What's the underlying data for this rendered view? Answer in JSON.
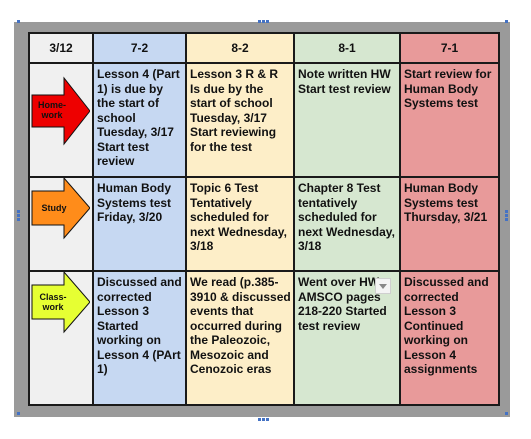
{
  "header": {
    "corner": "3/12",
    "classes": [
      "7-2",
      "8-2",
      "8-1",
      "7-1"
    ]
  },
  "rows": [
    {
      "label": "Home-\nwork",
      "arrow_color": "#ee0000",
      "cells": [
        "Lesson 4 (Part 1) is due by the start of school Tuesday, 3/17 Start test review",
        " Lesson 3 R & R Is due by the start of school Tuesday, 3/17 Start reviewing for the test",
        "Note written HW Start test review",
        "Start review for Human Body Systems test"
      ]
    },
    {
      "label": "Study",
      "arrow_color": "#ff8c1a",
      "cells": [
        "Human Body Systems test Friday, 3/20",
        "Topic 6 Test Tentatively scheduled for next Wednesday, 3/18",
        "Chapter 8 Test tentatively scheduled for next Wednesday, 3/18",
        "Human Body Systems test Thursday, 3/21"
      ]
    },
    {
      "label": "Class-\nwork",
      "arrow_color": "#e6ff33",
      "cells": [
        "Discussed and corrected Lesson 3 Started working on Lesson 4 (PArt 1)",
        "We read (p.385-3910 & discussed events that occurred during the Paleozoic, Mesozoic and Cenozoic eras",
        "Went over HW AMSCO pages 218-220 Started test review",
        "Discussed and corrected Lesson 3 Continued working on Lesson 4 assignments"
      ]
    }
  ],
  "colors": {
    "col_7_2": "#c6d8f2",
    "col_8_2": "#fdeec8",
    "col_8_1": "#d6e7d0",
    "col_7_1": "#e89a9a",
    "frame": "#9a9a9a",
    "selection_handles": "#4472c4"
  },
  "icons": {
    "dropdown": "chevron-down-icon"
  }
}
